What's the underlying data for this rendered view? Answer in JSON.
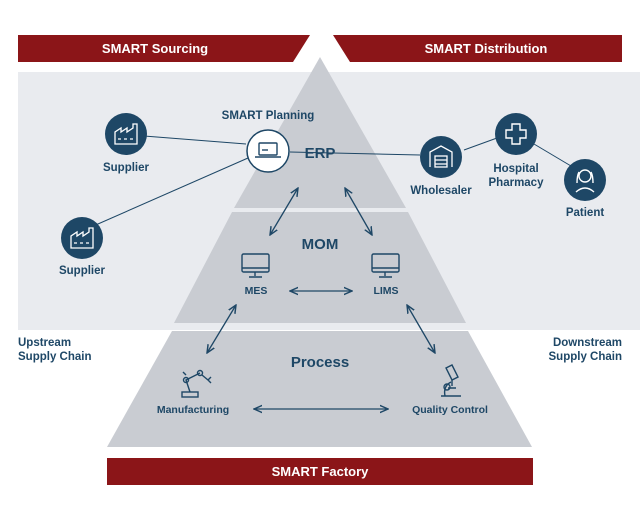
{
  "banners": {
    "sourcing": "SMART Sourcing",
    "distribution": "SMART Distribution",
    "factory": "SMART Factory"
  },
  "planning_label": "SMART Planning",
  "layers": {
    "erp": "ERP",
    "mom": "MOM",
    "process": "Process"
  },
  "nodes": {
    "supplier_top": "Supplier",
    "supplier_bottom": "Supplier",
    "wholesaler": "Wholesaler",
    "hospital_line1": "Hospital",
    "hospital_line2": "Pharmacy",
    "patient": "Patient",
    "mes": "MES",
    "lims": "LIMS",
    "manufacturing": "Manufacturing",
    "quality_control": "Quality Control"
  },
  "side_labels": {
    "upstream_line1": "Upstream",
    "upstream_line2": "Supply Chain",
    "downstream_line1": "Downstream",
    "downstream_line2": "Supply Chain"
  },
  "icons": {
    "supplier": "factory-icon",
    "planning": "laptop-icon",
    "wholesaler": "warehouse-icon",
    "hospital": "medical-cross-icon",
    "patient": "person-icon",
    "mes": "monitor-icon",
    "lims": "monitor-icon",
    "manufacturing": "robot-arm-icon",
    "quality_control": "microscope-icon"
  },
  "colors": {
    "banner": "#8b1518",
    "navy": "#1e4766",
    "band": "#e9ebef",
    "pyramid": "#c9ccd2"
  }
}
